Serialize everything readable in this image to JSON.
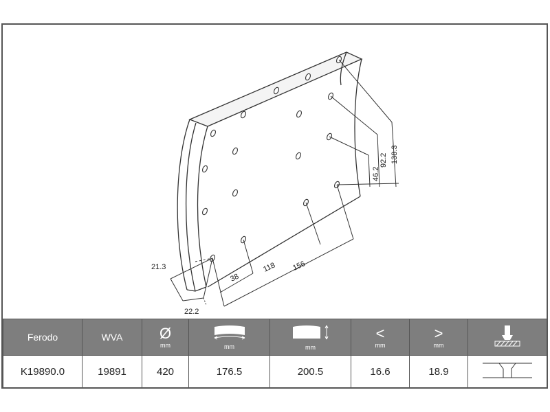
{
  "drawing": {
    "dimensions": [
      "21.3",
      "22.2",
      "38",
      "118",
      "156",
      "46.2",
      "92.2",
      "138.3"
    ]
  },
  "table": {
    "headers": {
      "brand": "Ferodo",
      "wva": "WVA",
      "diameter_symbol": "Ø",
      "unit": "mm",
      "less_symbol": "<",
      "greater_symbol": ">"
    },
    "values": {
      "brand_ref": "K19890.0",
      "wva": "19891",
      "diameter": "420",
      "width": "176.5",
      "length": "200.5",
      "thickness_min": "16.6",
      "thickness_max": "18.9"
    }
  }
}
